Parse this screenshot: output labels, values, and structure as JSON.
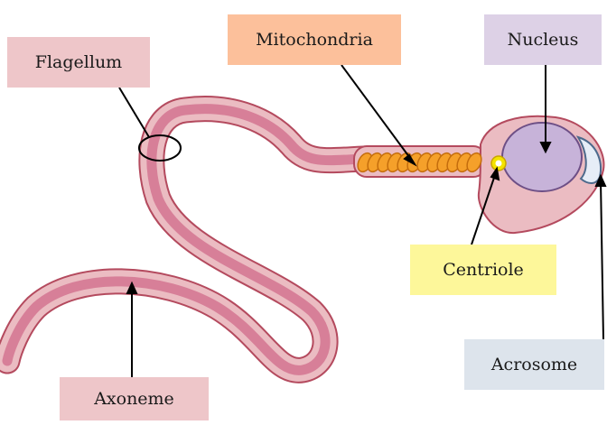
{
  "labels": {
    "flagellum": "Flagellum",
    "mitochondria": "Mitochondria",
    "nucleus": "Nucleus",
    "centriole": "Centriole",
    "acrosome": "Acrosome",
    "axoneme": "Axoneme"
  },
  "colors": {
    "body_fill": "#ebbcc2",
    "body_outline": "#b44a5e",
    "axoneme_core": "#d77f98",
    "mitochondria": "#f5a02a",
    "mitochondria_outline": "#c46d0d",
    "nucleus_fill": "#c7b3d9",
    "nucleus_outline": "#6d4f86",
    "acrosome_fill": "#e6edf7",
    "acrosome_outline": "#4d6a8c",
    "centriole_fill": "#f4e300",
    "label_flagellum_bg": "#eec6c9",
    "label_mitochondria_bg": "#fcc09b",
    "label_nucleus_bg": "#ddd1e6",
    "label_centriole_bg": "#fdf79a",
    "label_acrosome_bg": "#dde4ec",
    "label_axoneme_bg": "#eec6c9",
    "pointer": "#000000"
  }
}
